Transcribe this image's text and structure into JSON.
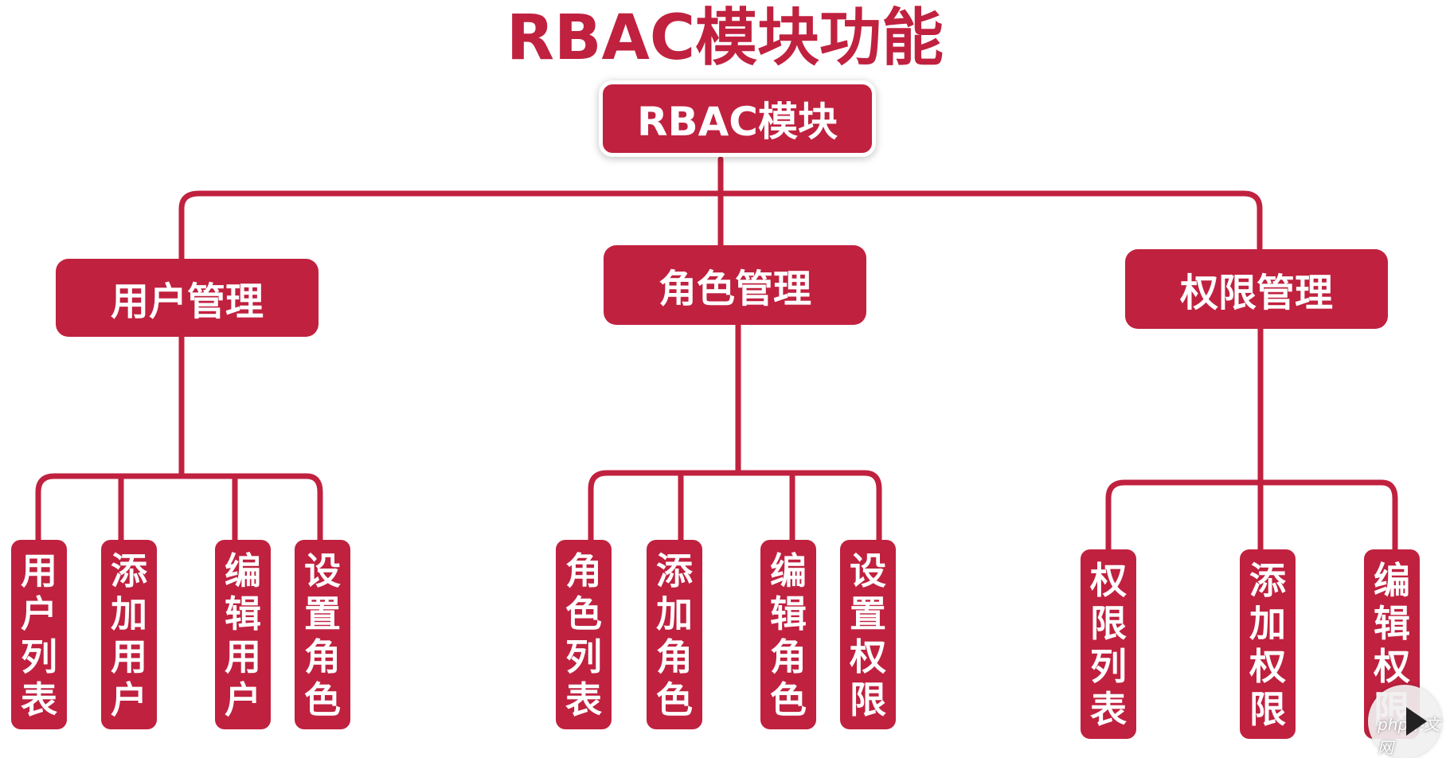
{
  "title": "RBAC模块功能",
  "root": {
    "label": "RBAC模块"
  },
  "categories": [
    {
      "label": "用户管理",
      "items": [
        "用户列表",
        "添加用户",
        "编辑用户",
        "设置角色"
      ]
    },
    {
      "label": "角色管理",
      "items": [
        "角色列表",
        "添加角色",
        "编辑角色",
        "设置权限"
      ]
    },
    {
      "label": "权限管理",
      "items": [
        "权限列表",
        "添加权限",
        "编辑权限"
      ]
    }
  ],
  "watermark": {
    "text": "php中文网",
    "icon": "play-icon"
  },
  "colors": {
    "accent": "#c0213f",
    "background": "#ffffff"
  }
}
